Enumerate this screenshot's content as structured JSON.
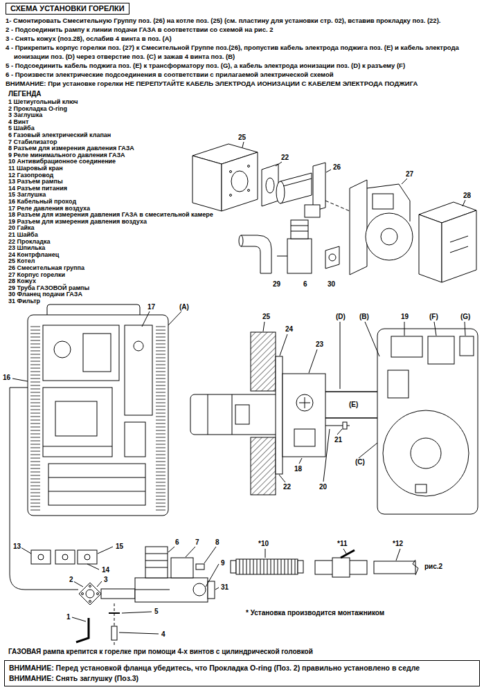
{
  "diagram": {
    "title": "СХЕМА УСТАНОВКИ ГОРЕЛКИ",
    "nodes": [
      {
        "text": [
          "ВНИМАНИЕ: Перед установкой фланца убедитесь, что Прокладка O-ring (Поз. 2) правильно установлено в седле",
          "ВНИМАНИЕ: Снять заглушку (Поз.3)"
        ]
      }
    ],
    "labels": [
      "1- Смонтировать Смесительную Группу поз. (26) на котле поз. (25) (см. пластину для установки стр. 02), вставив прокладку поз. (22).",
      "2 - Подсоединить рампу к линии подачи ГАЗА в соответствии со схемой на рис. 2",
      "3 - Снять кожух (поз.28), ослабив 4 винта в поз. (A)",
      "4 - Прикрепить корпус горелки поз. (27) к Смесительной Группе поз.(26), пропустив кабель электрода поджига поз. (E) и кабель электрода ионизации поз. (D) через отверстие поз. (C) и зажав 4 винта поз. (B)",
      "5 - Подсоединить кабель поджига поз. (E) к трансформатору поз. (G), а кабель электрода ионизации поз. (D) к разъему (F)",
      "6 - Произвести электрические подсоединения в соответствии с прилагаемой электрической схемой",
      "ВНИМАНИЕ: При установке горелки НЕ ПЕРЕПУТАЙТЕ КАБЕЛЬ ЭЛЕКТРОДА ИОНИЗАЦИИ С КАБЕЛЕМ ЭЛЕКТРОДА ПОДЖИГА",
      "ЛЕГЕНДА",
      "25",
      "22",
      "26",
      "27",
      "28",
      "29",
      "6",
      "30",
      "17",
      "(A)",
      "16",
      "13",
      "15",
      "14",
      "6",
      "7",
      "8",
      "9",
      "2",
      "3",
      "31",
      "5",
      "1",
      "4",
      "25",
      "24",
      "23",
      "(D)",
      "(B)",
      "19",
      "(F)",
      "(G)",
      "(E)",
      "18",
      "21",
      "(C)",
      "22",
      "20",
      "*10",
      "*11",
      "*12",
      "рис.2",
      "* Установка производится монтажником",
      "ГАЗОВАЯ рампа крепится к горелке при помощи 4-х винтов с цилиндрической головкой"
    ],
    "legend": [
      {
        "text": "1 Шетиугольный ключ"
      },
      {
        "text": "2 Прокладка O-ring"
      },
      {
        "text": "3 Заглушка"
      },
      {
        "text": "4 Винт"
      },
      {
        "text": "5 Шайба"
      },
      {
        "text": "6 Газовый электрический клапан"
      },
      {
        "text": "7 Стабилизатор"
      },
      {
        "text": "8 Разъем для измерения давления ГАЗА"
      },
      {
        "text": "9 Реле минимального давления ГАЗА"
      },
      {
        "text": "10 Антивибрационное соединение"
      },
      {
        "text": "11 Шаровый кран"
      },
      {
        "text": "12 Газопровод"
      },
      {
        "text": "13 Разъем рампы"
      },
      {
        "text": "14 Разъем питания"
      },
      {
        "text": "15 Заглушка"
      },
      {
        "text": "16 Кабельный проход"
      },
      {
        "text": "17 Реле давления воздуха"
      },
      {
        "text": "18 Разъем для измерения давления ГАЗА в смесительной камере"
      },
      {
        "text": "19 Разъем для измерения давления воздуха"
      },
      {
        "text": "20 Гайка"
      },
      {
        "text": "21 Шайба"
      },
      {
        "text": "22 Прокладка"
      },
      {
        "text": "23 Шпилька"
      },
      {
        "text": "24 Контрфланец"
      },
      {
        "text": "25 Котел"
      },
      {
        "text": "26 Смесительная группа"
      },
      {
        "text": "27 Корпус горелки"
      },
      {
        "text": "28 Кожух"
      },
      {
        "text": "29 Труба ГАЗОВОЙ рампы"
      },
      {
        "text": "30 Фланец подачи ГАЗА"
      },
      {
        "text": "31 Фильтр"
      }
    ]
  }
}
